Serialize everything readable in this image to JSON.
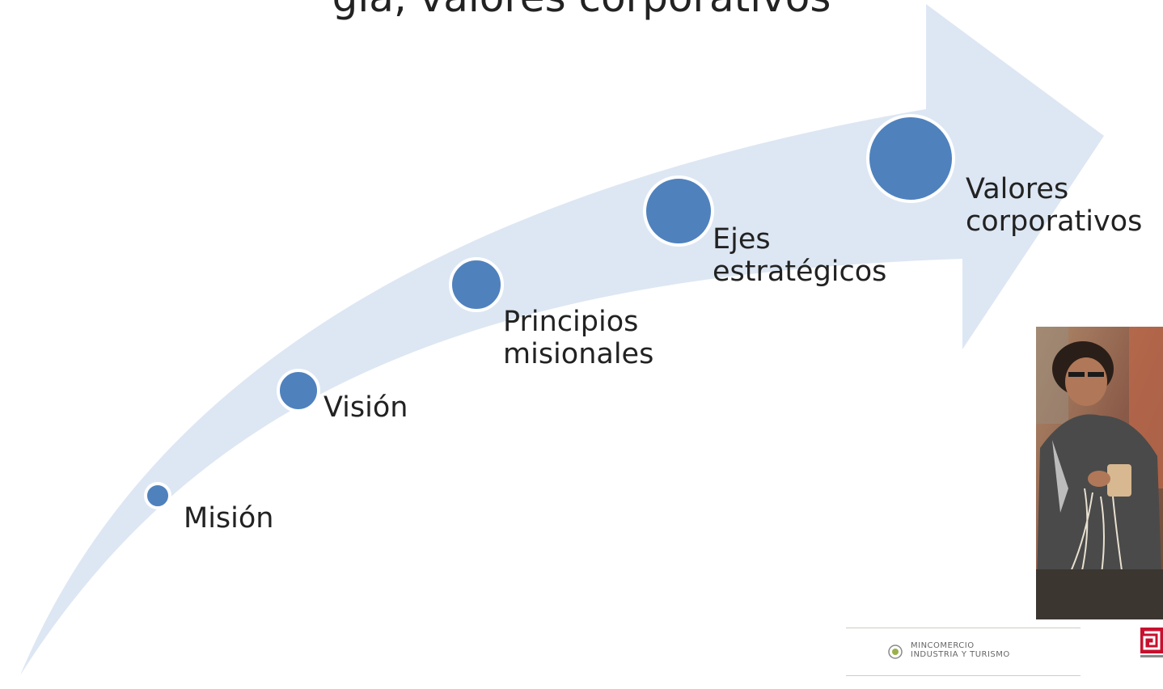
{
  "slide": {
    "title": "gia, valores corporativos"
  },
  "diagram": {
    "steps": [
      {
        "id": "mision",
        "lines": [
          "Misión"
        ]
      },
      {
        "id": "vision",
        "lines": [
          "Visión"
        ]
      },
      {
        "id": "principios",
        "lines": [
          "Principios",
          "misionales"
        ]
      },
      {
        "id": "ejes",
        "lines": [
          "Ejes",
          "estratégicos"
        ]
      },
      {
        "id": "valores",
        "lines": [
          "Valores",
          "corporativos"
        ]
      }
    ],
    "colors": {
      "arrow": "#dde7f3",
      "bullet": "#4f81bd",
      "bullet_ring": "#ffffff"
    }
  },
  "footer": {
    "ministry_logo_line1": "MINCOMERCIO",
    "ministry_logo_line2": "INDUSTRIA Y TURISMO",
    "brand_logo_color": "#c8102e"
  },
  "photo": {
    "icon": "artisan-photo"
  }
}
